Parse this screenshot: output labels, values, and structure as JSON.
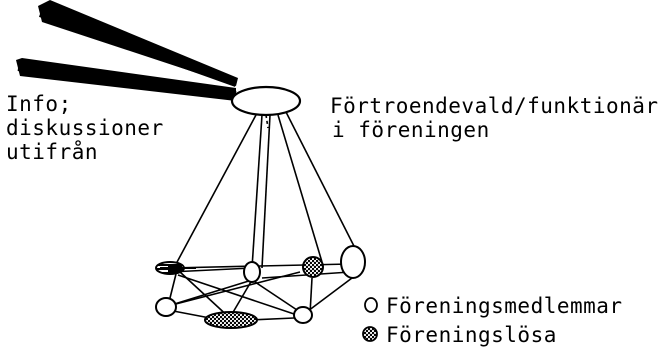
{
  "info_label": {
    "lines": [
      "Info;",
      "diskussioner",
      "utifrån"
    ]
  },
  "officer_label": {
    "lines": [
      "Förtroendevald/funktionär",
      "i föreningen"
    ]
  },
  "legend": {
    "members": "Föreningsmedlemmar",
    "non_members": "Föreningslösa"
  },
  "colors": {
    "ink": "#000000",
    "background": "#ffffff"
  }
}
